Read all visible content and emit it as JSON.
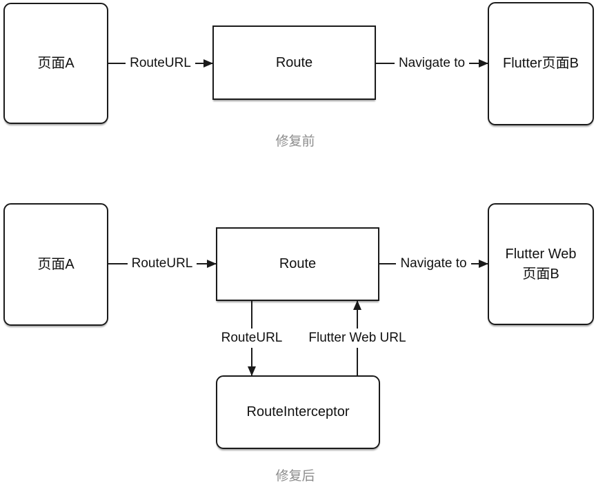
{
  "colors": {
    "border": "#1a1a1a",
    "caption": "#8c8c8c",
    "background": "#ffffff"
  },
  "before": {
    "caption": "修复前",
    "page_a": "页面A",
    "route": "Route",
    "flutter_page_b": "Flutter页面B",
    "edge_route_url": "RouteURL",
    "edge_navigate_to": "Navigate to"
  },
  "after": {
    "caption": "修复后",
    "page_a": "页面A",
    "route": "Route",
    "flutter_web_page_b_line1": "Flutter Web",
    "flutter_web_page_b_line2": "页面B",
    "route_interceptor": "RouteInterceptor",
    "edge_route_url": "RouteURL",
    "edge_navigate_to": "Navigate to",
    "edge_route_url_down": "RouteURL",
    "edge_flutter_web_url": "Flutter Web URL"
  }
}
